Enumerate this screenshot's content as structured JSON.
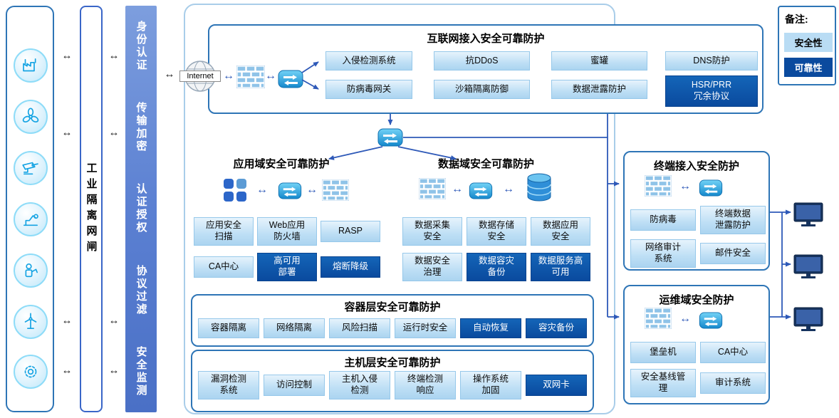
{
  "colors": {
    "accent_border": "#2e75b6",
    "light_button": "#bedff5",
    "dark_button": "#0a4a9e",
    "bar_blue": "#5b80d2",
    "arrow_blue": "#2e59b8",
    "monitor_navy": "#16335e"
  },
  "icons": [
    "internet-globe",
    "firewall",
    "router",
    "switch",
    "app-grid",
    "database",
    "monitor",
    "double-arrow"
  ],
  "device_rail": {
    "icons": [
      "factory",
      "fan",
      "cctv-camera",
      "machine-arm",
      "robot",
      "wind-turbine",
      "gear"
    ]
  },
  "isolation_gateway": {
    "label": "工业隔离网闸"
  },
  "security_bar": {
    "items": [
      "身份认证",
      "传输加密",
      "认证授权",
      "协议过滤",
      "安全监测"
    ]
  },
  "internet": {
    "label": "Internet"
  },
  "internet_access": {
    "title": "互联网接入安全可靠防护",
    "buttons": [
      {
        "label": "入侵检测系统",
        "variant": "light"
      },
      {
        "label": "抗DDoS",
        "variant": "light"
      },
      {
        "label": "蜜罐",
        "variant": "light"
      },
      {
        "label": "DNS防护",
        "variant": "light"
      },
      {
        "label": "防病毒网关",
        "variant": "light"
      },
      {
        "label": "沙箱隔离防御",
        "variant": "light"
      },
      {
        "label": "数据泄露防护",
        "variant": "light"
      },
      {
        "label": "HSR/PRR\n冗余协议",
        "variant": "dark"
      }
    ]
  },
  "app_domain": {
    "title": "应用域安全可靠防护",
    "buttons": [
      {
        "label": "应用安全\n扫描",
        "variant": "light"
      },
      {
        "label": "Web应用\n防火墙",
        "variant": "light"
      },
      {
        "label": "RASP",
        "variant": "light"
      },
      {
        "label": "CA中心",
        "variant": "light"
      },
      {
        "label": "高可用\n部署",
        "variant": "dark"
      },
      {
        "label": "熔断降级",
        "variant": "dark"
      }
    ]
  },
  "data_domain": {
    "title": "数据域安全可靠防护",
    "buttons": [
      {
        "label": "数据采集\n安全",
        "variant": "light"
      },
      {
        "label": "数据存储\n安全",
        "variant": "light"
      },
      {
        "label": "数据应用\n安全",
        "variant": "light"
      },
      {
        "label": "数据安全\n治理",
        "variant": "light"
      },
      {
        "label": "数据容灾\n备份",
        "variant": "dark"
      },
      {
        "label": "数据服务高\n可用",
        "variant": "dark"
      }
    ]
  },
  "container_layer": {
    "title": "容器层安全可靠防护",
    "buttons": [
      {
        "label": "容器隔离",
        "variant": "light"
      },
      {
        "label": "网络隔离",
        "variant": "light"
      },
      {
        "label": "风险扫描",
        "variant": "light"
      },
      {
        "label": "运行时安全",
        "variant": "light"
      },
      {
        "label": "自动恢复",
        "variant": "dark"
      },
      {
        "label": "容灾备份",
        "variant": "dark"
      }
    ]
  },
  "host_layer": {
    "title": "主机层安全可靠防护",
    "buttons": [
      {
        "label": "漏洞检测\n系统",
        "variant": "light"
      },
      {
        "label": "访问控制",
        "variant": "light"
      },
      {
        "label": "主机入侵\n检测",
        "variant": "light"
      },
      {
        "label": "终端检测\n响应",
        "variant": "light"
      },
      {
        "label": "操作系统\n加固",
        "variant": "light"
      },
      {
        "label": "双网卡",
        "variant": "dark"
      }
    ]
  },
  "terminal_access": {
    "title": "终端接入安全防护",
    "buttons": [
      {
        "label": "防病毒",
        "variant": "light"
      },
      {
        "label": "终端数据\n泄露防护",
        "variant": "light"
      },
      {
        "label": "网络审计\n系统",
        "variant": "light"
      },
      {
        "label": "邮件安全",
        "variant": "light"
      }
    ]
  },
  "ops_domain": {
    "title": "运维域安全防护",
    "buttons": [
      {
        "label": "堡垒机",
        "variant": "light"
      },
      {
        "label": "CA中心",
        "variant": "light"
      },
      {
        "label": "安全基线管\n理",
        "variant": "light"
      },
      {
        "label": "审计系统",
        "variant": "light"
      }
    ]
  },
  "legend": {
    "title": "备注:",
    "items": [
      {
        "label": "安全性",
        "variant": "light"
      },
      {
        "label": "可靠性",
        "variant": "dark"
      }
    ]
  }
}
